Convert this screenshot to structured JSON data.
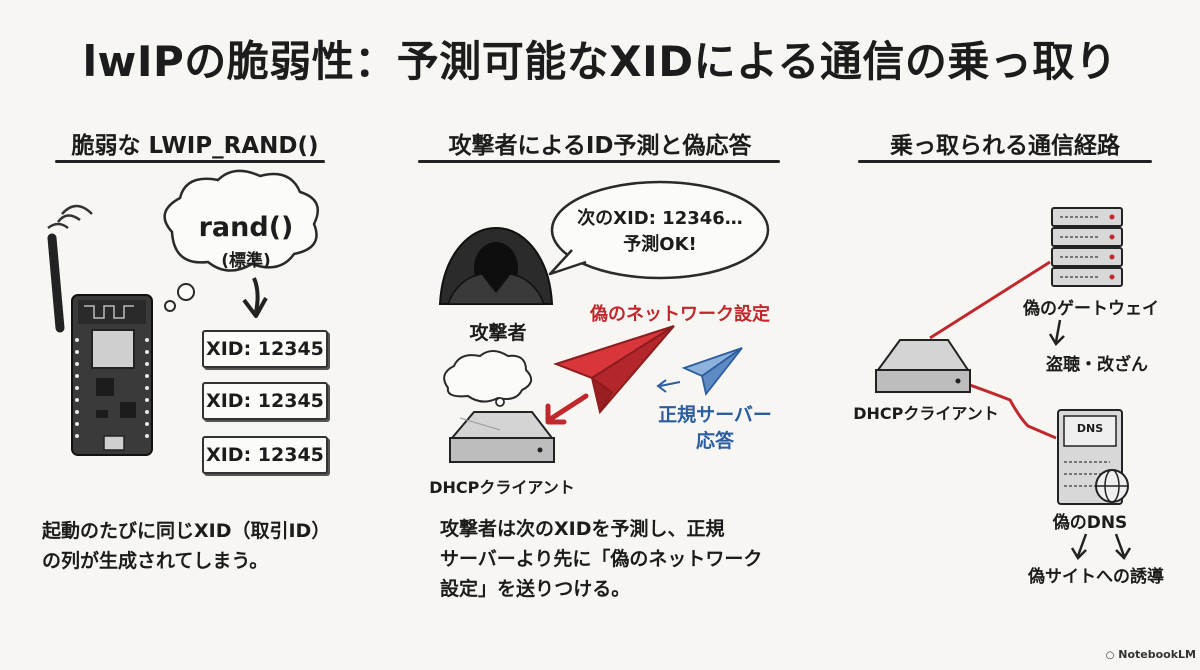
{
  "title": "lwIPの脆弱性：予測可能なXIDによる通信の乗っ取り",
  "columns": {
    "left": {
      "heading": "脆弱な LWIP_RAND()",
      "bubble_main": "rand()",
      "bubble_sub": "(標準)",
      "xids": [
        "XID: 12345",
        "XID: 12345",
        "XID: 12345"
      ],
      "desc_lines": [
        "起動のたびに同じXID（取引ID）",
        "の列が生成されてしまう。"
      ]
    },
    "middle": {
      "heading": "攻撃者によるID予測と偽応答",
      "speech_line1": "次のXID: 12346…",
      "speech_line2": "予測OK!",
      "attacker_label": "攻撃者",
      "fake_label": "偽のネットワーク設定",
      "legit_label_1": "正規サーバー",
      "legit_label_2": "応答",
      "client_label": "DHCPクライアント",
      "desc_lines": [
        "攻撃者は次のXIDを予測し、正規",
        "サーバーより先に「偽のネットワーク",
        "設定」を送りつける。"
      ]
    },
    "right": {
      "heading": "乗っ取られる通信経路",
      "gateway_label": "偽のゲートウェイ",
      "eavesdrop_label": "盗聴・改ざん",
      "client_label": "DHCPクライアント",
      "dns_box_label": "DNS",
      "dns_label": "偽のDNS",
      "redirect_label": "偽サイトへの誘導"
    }
  },
  "footer": {
    "brand": "NotebookLM"
  },
  "colors": {
    "accent_red": "#c0282d",
    "accent_blue": "#2c5d9e",
    "background": "#f7f6f2"
  }
}
